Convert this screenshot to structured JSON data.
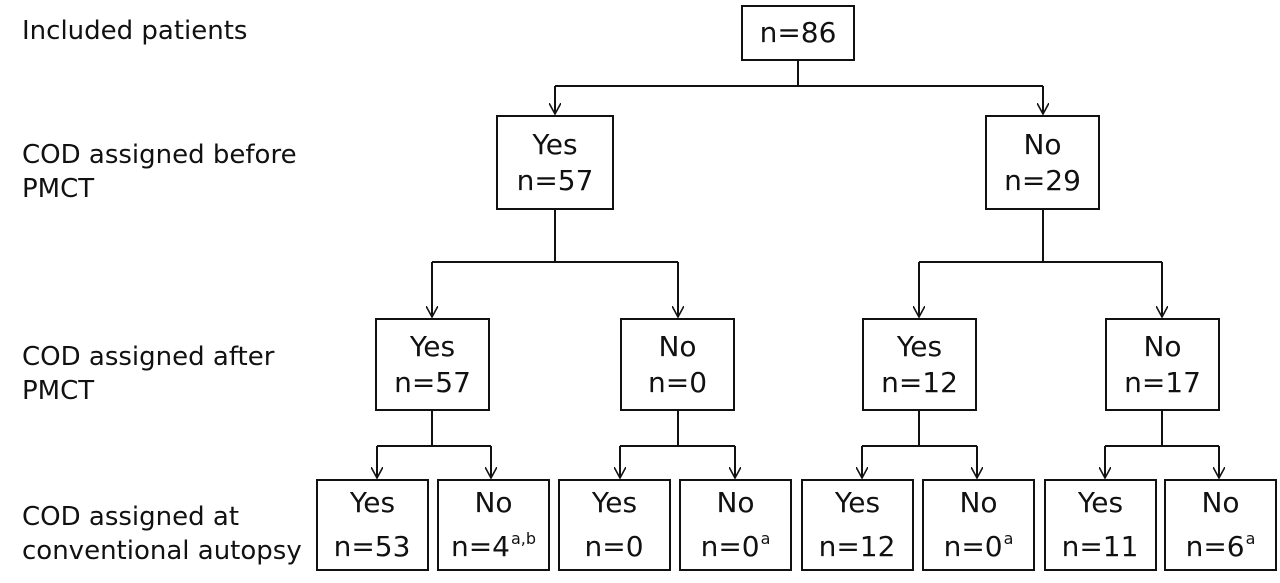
{
  "rows": {
    "included": "Included patients",
    "before_line1": "COD assigned before",
    "before_line2": "PMCT",
    "after_line1": "COD assigned after",
    "after_line2": "PMCT",
    "autopsy_line1": "COD assigned at",
    "autopsy_line2": "conventional autopsy"
  },
  "nodes": {
    "root": {
      "count": "n=86"
    },
    "before_yes": {
      "label": "Yes",
      "count": "n=57"
    },
    "before_no": {
      "label": "No",
      "count": "n=29"
    },
    "after_yes_yes": {
      "label": "Yes",
      "count": "n=57"
    },
    "after_yes_no": {
      "label": "No",
      "count": "n=0"
    },
    "after_no_yes": {
      "label": "Yes",
      "count": "n=12"
    },
    "after_no_no": {
      "label": "No",
      "count": "n=17"
    },
    "aut_1": {
      "label": "Yes",
      "count": "n=53",
      "note": ""
    },
    "aut_2": {
      "label": "No",
      "count": "n=4",
      "note": "a,b"
    },
    "aut_3": {
      "label": "Yes",
      "count": "n=0",
      "note": ""
    },
    "aut_4": {
      "label": "No",
      "count": "n=0",
      "note": "a"
    },
    "aut_5": {
      "label": "Yes",
      "count": "n=12",
      "note": ""
    },
    "aut_6": {
      "label": "No",
      "count": "n=0",
      "note": "a"
    },
    "aut_7": {
      "label": "Yes",
      "count": "n=11",
      "note": ""
    },
    "aut_8": {
      "label": "No",
      "count": "n=6",
      "note": "a"
    }
  }
}
